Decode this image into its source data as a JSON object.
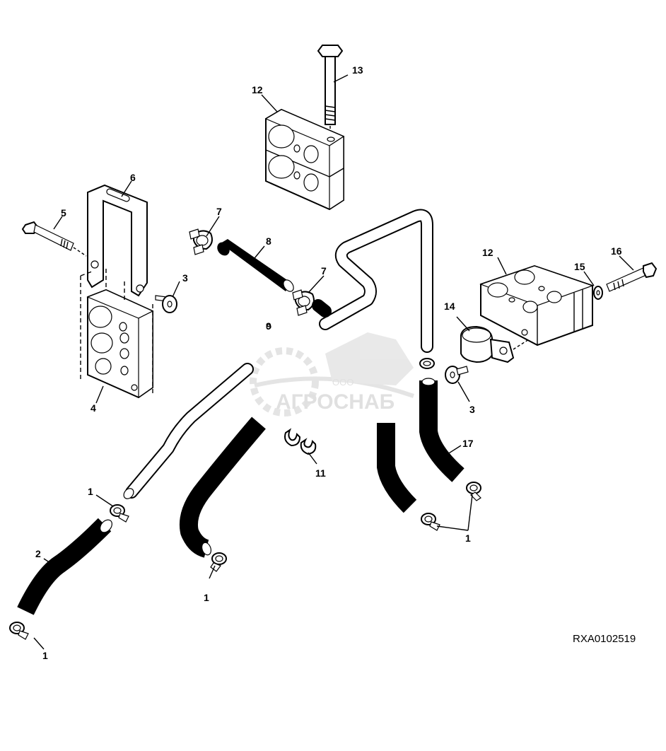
{
  "diagram": {
    "callouts": {
      "c1_topleft": "1",
      "c1_bottomleft": "1",
      "c1_center": "1",
      "c1_right": "1",
      "c2": "2",
      "c3_left": "3",
      "c3_right": "3",
      "c4": "4",
      "c5": "5",
      "c6": "6",
      "c7_left": "7",
      "c7_right": "7",
      "c8": "8",
      "c9": "9",
      "c11": "11",
      "c12_top": "12",
      "c12_right": "12",
      "c13": "13",
      "c14": "14",
      "c15": "15",
      "c16": "16",
      "c17": "17"
    },
    "document_id": "RXA0102519",
    "watermark": {
      "company_prefix": "ООО",
      "company_name": "АГРОСНАБ"
    }
  }
}
